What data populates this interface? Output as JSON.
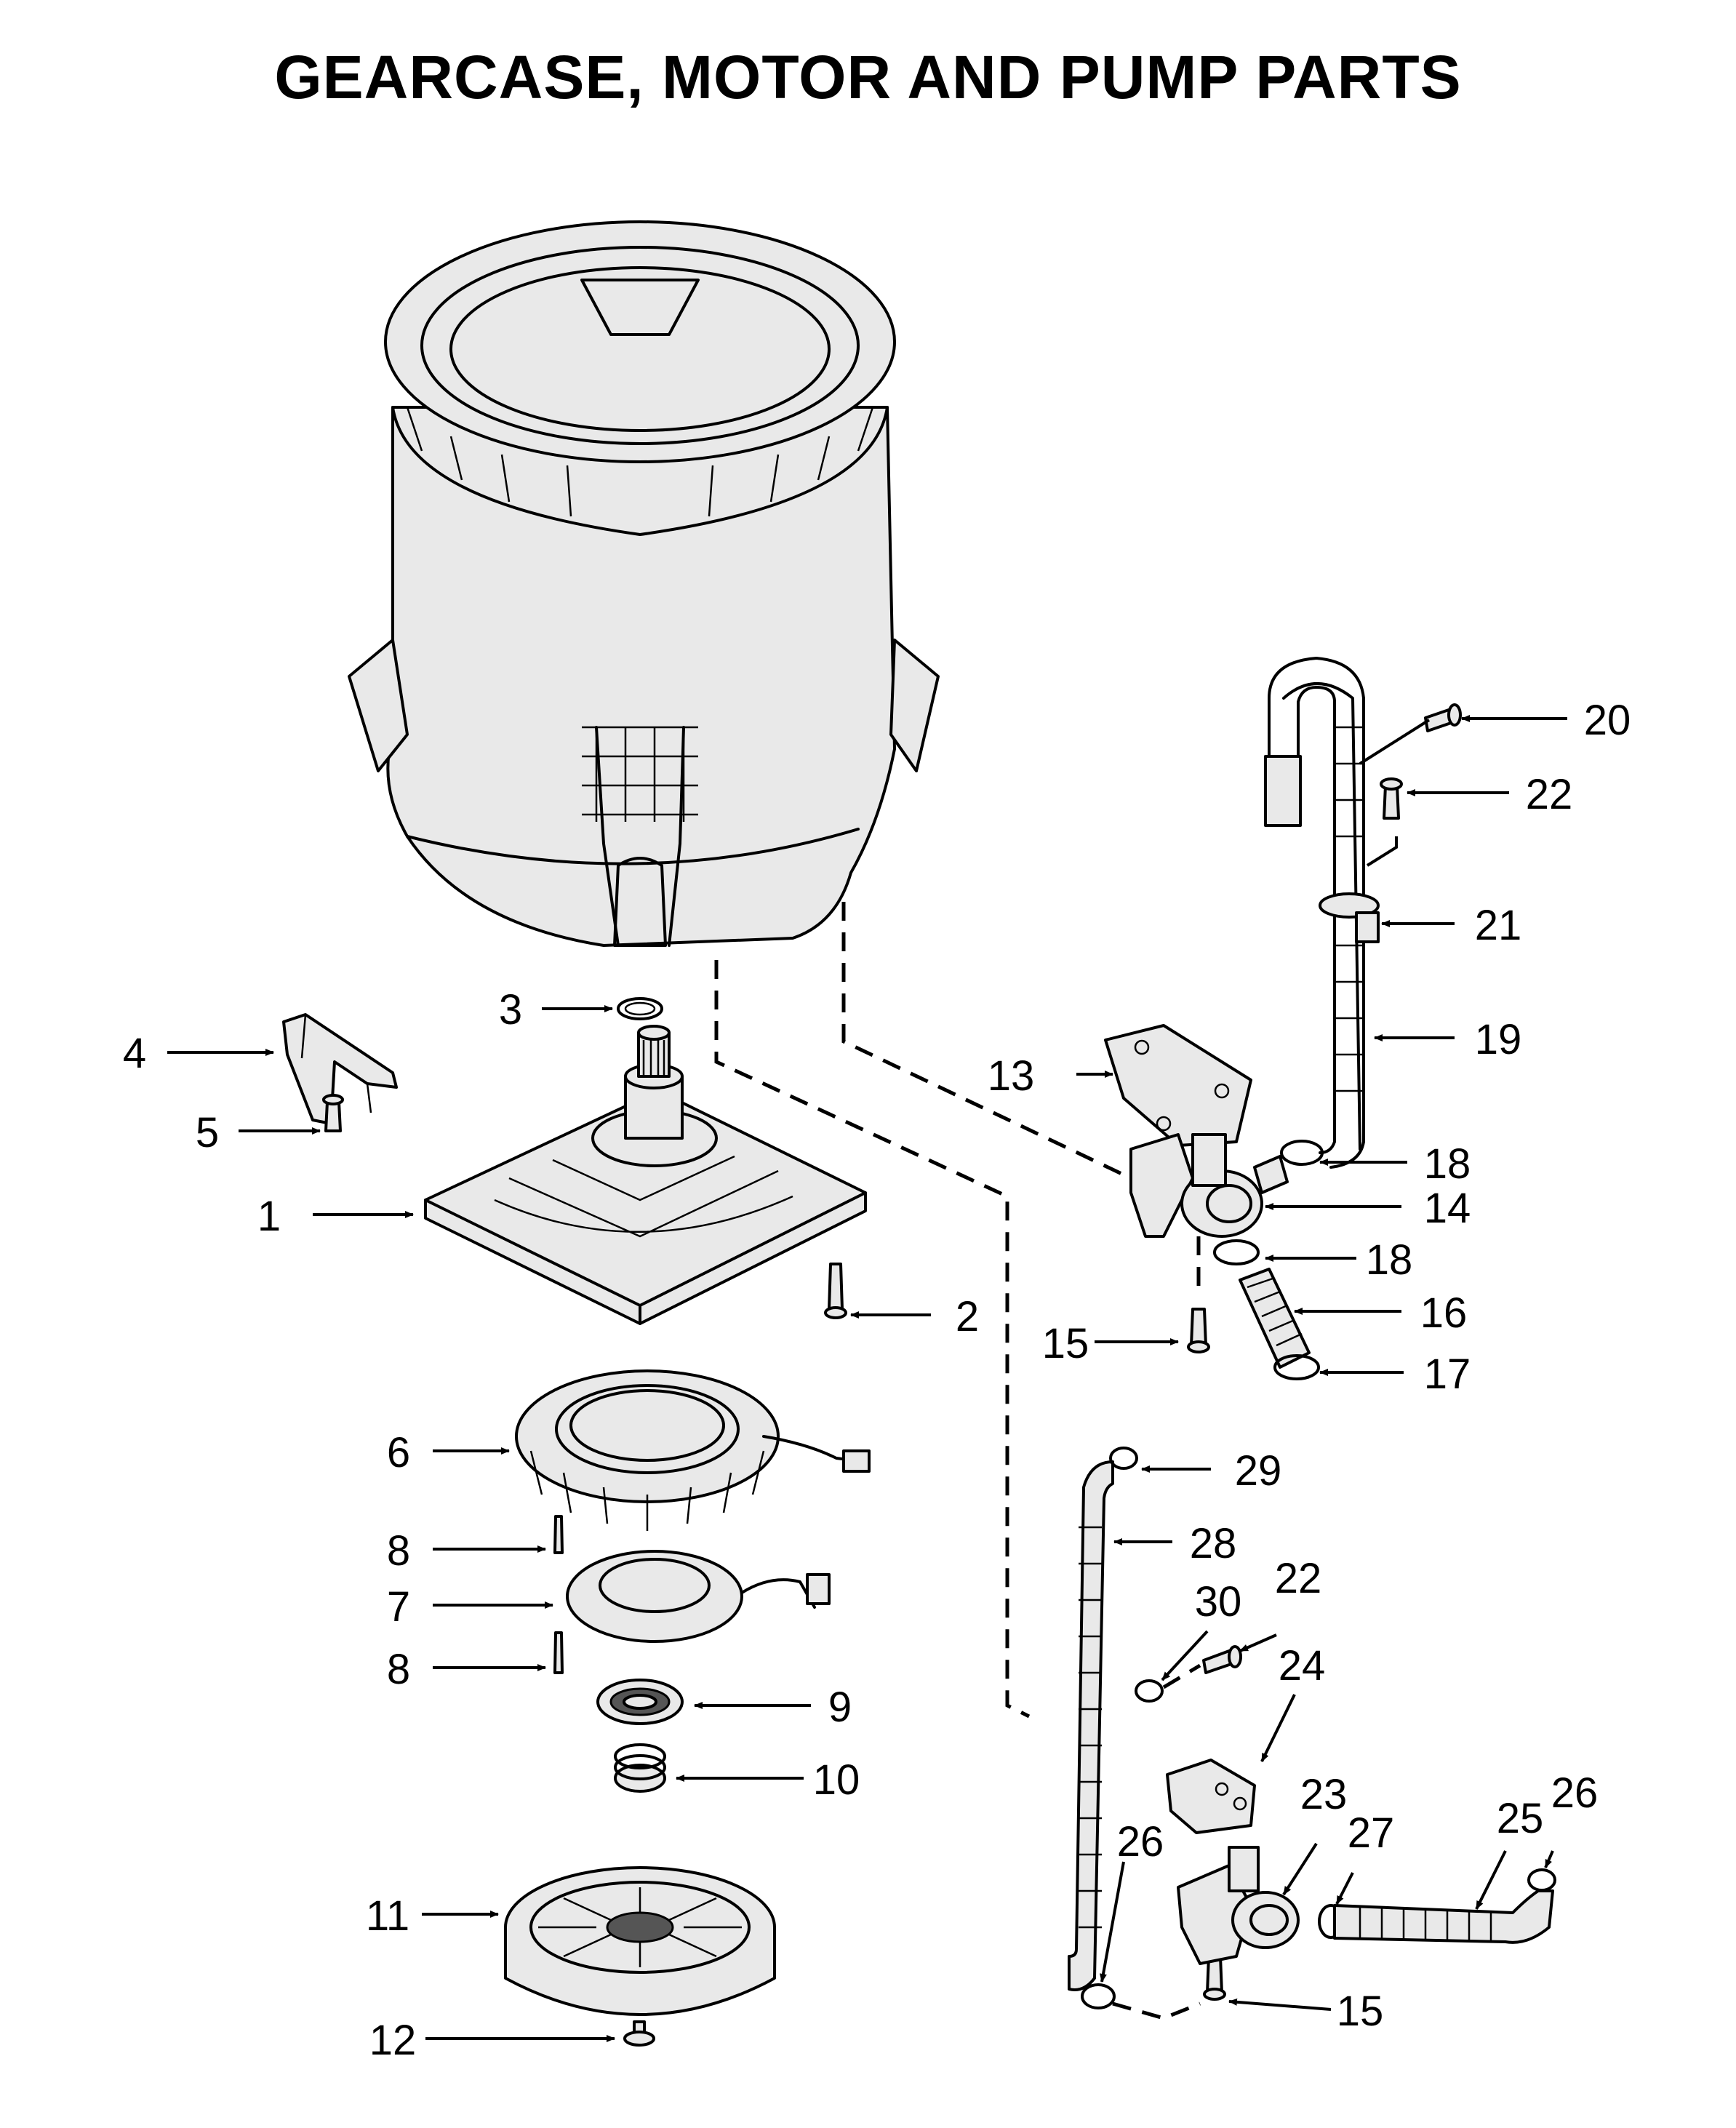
{
  "title": "GEARCASE, MOTOR AND PUMP PARTS",
  "callouts": [
    {
      "id": "c1",
      "label": "1"
    },
    {
      "id": "c2",
      "label": "2"
    },
    {
      "id": "c3",
      "label": "3"
    },
    {
      "id": "c4",
      "label": "4"
    },
    {
      "id": "c5",
      "label": "5"
    },
    {
      "id": "c6",
      "label": "6"
    },
    {
      "id": "c7",
      "label": "7"
    },
    {
      "id": "c8a",
      "label": "8"
    },
    {
      "id": "c8b",
      "label": "8"
    },
    {
      "id": "c9",
      "label": "9"
    },
    {
      "id": "c10",
      "label": "10"
    },
    {
      "id": "c11",
      "label": "11"
    },
    {
      "id": "c12",
      "label": "12"
    },
    {
      "id": "c13",
      "label": "13"
    },
    {
      "id": "c14",
      "label": "14"
    },
    {
      "id": "c15a",
      "label": "15"
    },
    {
      "id": "c15b",
      "label": "15"
    },
    {
      "id": "c16",
      "label": "16"
    },
    {
      "id": "c17",
      "label": "17"
    },
    {
      "id": "c18a",
      "label": "18"
    },
    {
      "id": "c18b",
      "label": "18"
    },
    {
      "id": "c19",
      "label": "19"
    },
    {
      "id": "c20",
      "label": "20"
    },
    {
      "id": "c21",
      "label": "21"
    },
    {
      "id": "c22a",
      "label": "22"
    },
    {
      "id": "c22b",
      "label": "22"
    },
    {
      "id": "c23",
      "label": "23"
    },
    {
      "id": "c24",
      "label": "24"
    },
    {
      "id": "c25",
      "label": "25"
    },
    {
      "id": "c26a",
      "label": "26"
    },
    {
      "id": "c26b",
      "label": "26"
    },
    {
      "id": "c27",
      "label": "27"
    },
    {
      "id": "c28",
      "label": "28"
    },
    {
      "id": "c29",
      "label": "29"
    },
    {
      "id": "c30",
      "label": "30"
    }
  ]
}
